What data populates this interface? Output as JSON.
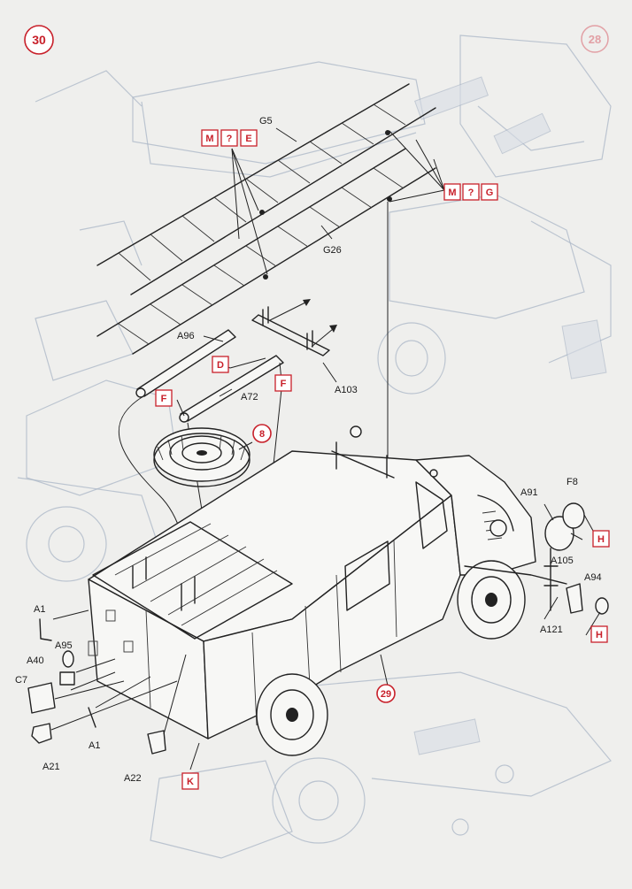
{
  "step": {
    "number": "30",
    "ghost_ref": "28"
  },
  "callouts": {
    "mqe": [
      "M",
      "?",
      "E"
    ],
    "mqg": [
      "M",
      "?",
      "G"
    ],
    "d": "D",
    "f_left": "F",
    "f_right": "F",
    "h_top": "H",
    "h_bottom": "H",
    "k": "K"
  },
  "subassemblies": {
    "spare_wheel": "8",
    "body": "29"
  },
  "part_labels": {
    "g5": "G5",
    "g26": "G26",
    "a96": "A96",
    "a72": "A72",
    "a103": "A103",
    "a91": "A91",
    "f8": "F8",
    "a105": "A105",
    "a94": "A94",
    "a121": "A121",
    "a1_top": "A1",
    "a95": "A95",
    "a40": "A40",
    "c7": "C7",
    "a1_bottom": "A1",
    "a21": "A21",
    "a22": "A22"
  },
  "colors": {
    "accent_red": "#c8202a",
    "ghost_blue": "#aab6c6",
    "ink": "#222222"
  }
}
